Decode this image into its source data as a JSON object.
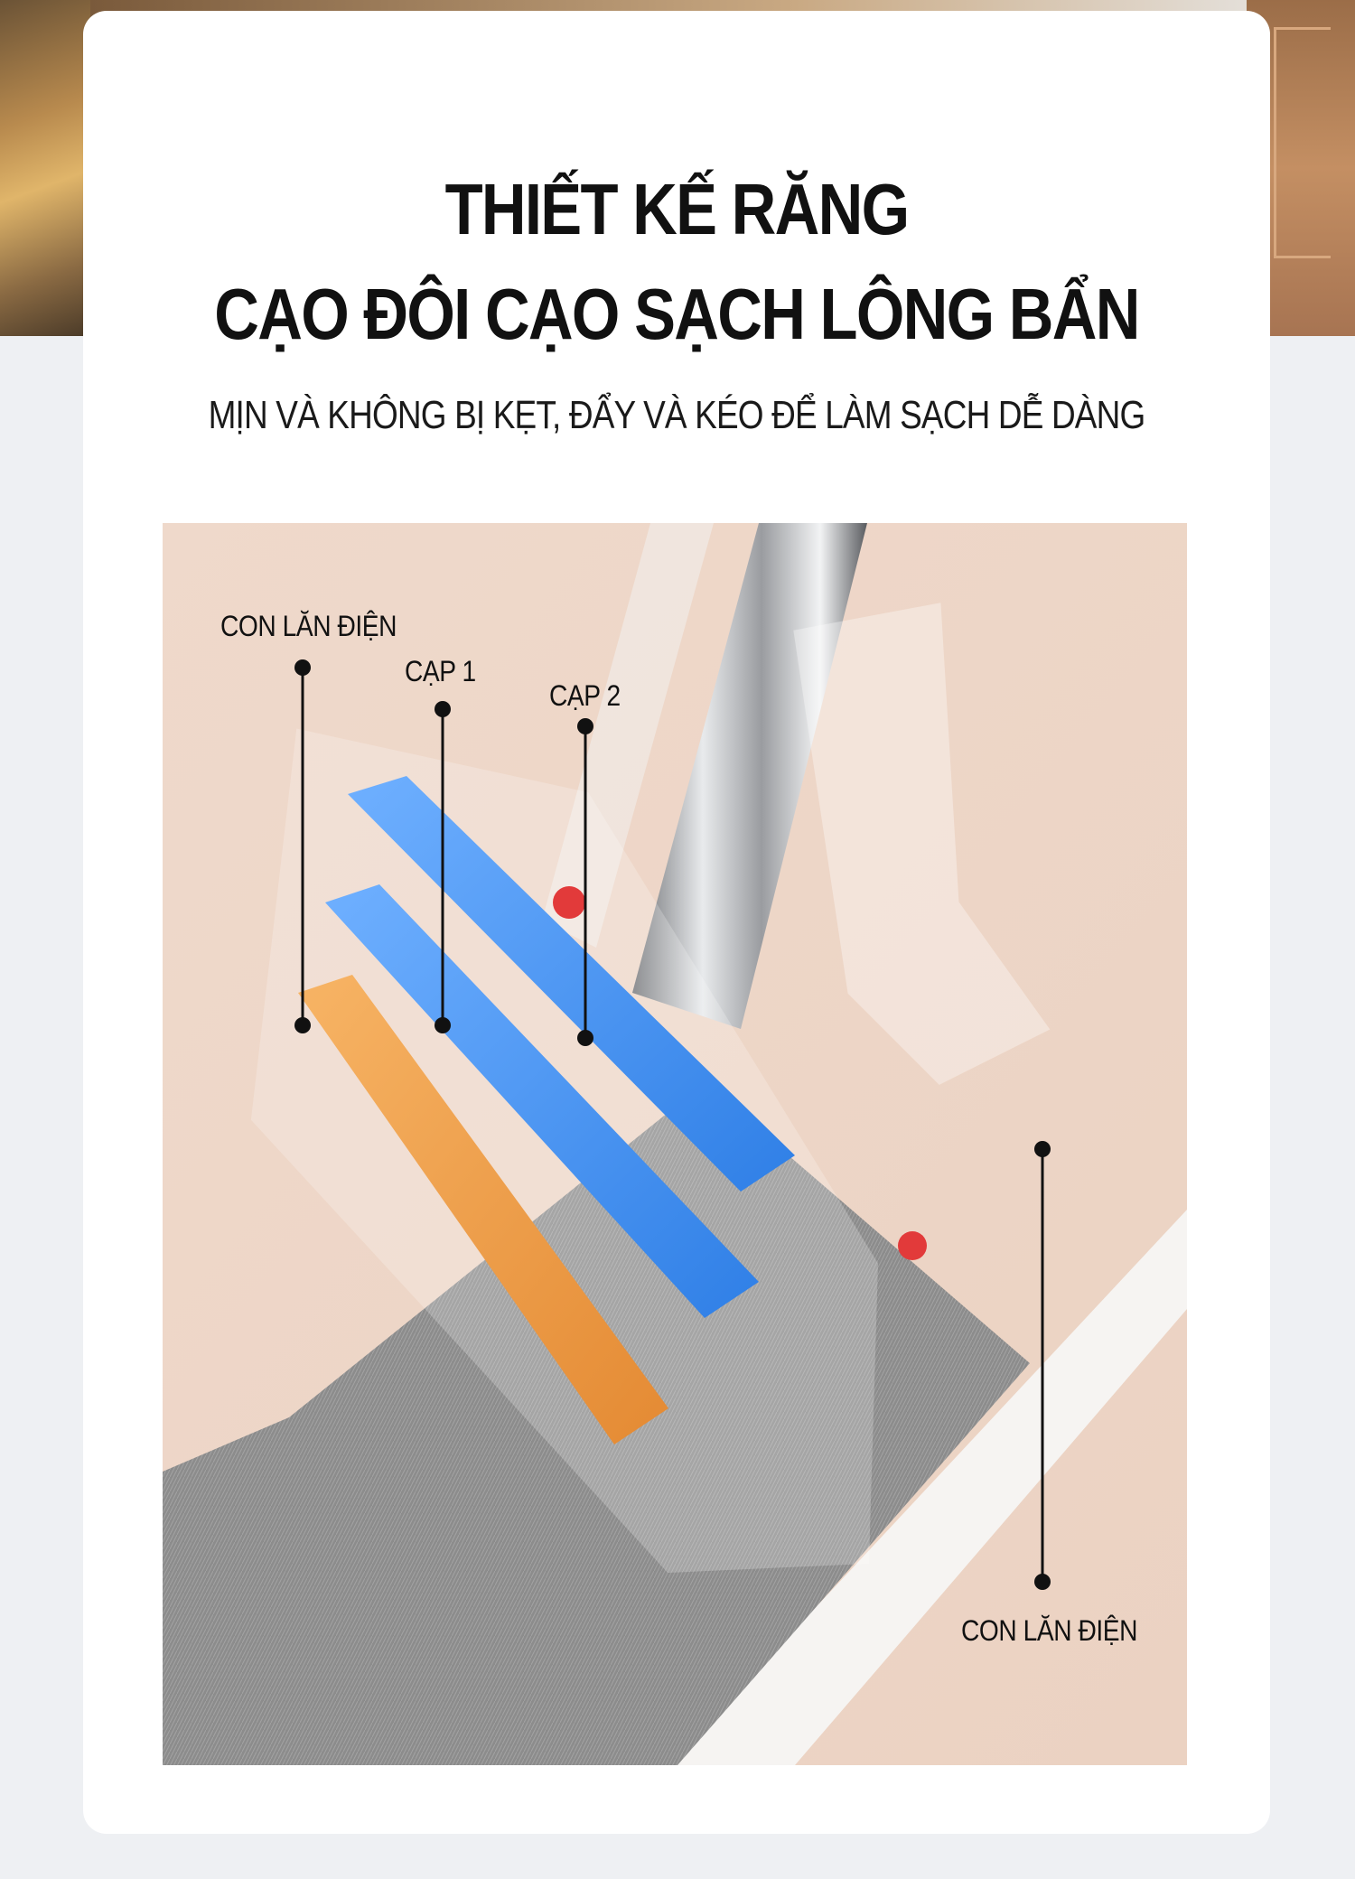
{
  "headline": {
    "line1": "THIẾT KẾ RĂNG",
    "line2": "CẠO ĐÔI CẠO SẠCH LÔNG BẨN"
  },
  "subheadline": "MỊN VÀ KHÔNG BỊ KẸT, ĐẨY VÀ KÉO ĐỂ LÀM SẠCH DỄ DÀNG",
  "callouts": {
    "roller_top": "CON LĂN ĐIỆN",
    "layer1": "CẠP 1",
    "layer2": "CẠP 2",
    "roller_bottom": "CON LĂN ĐIỆN"
  },
  "colors": {
    "background": "#eef0f3",
    "card": "#ffffff",
    "photo_bg": "#eed7ca",
    "scraper_blue": "#3f8ef0",
    "roller_orange": "#f0a24f",
    "mop_gray": "#8d8d8d",
    "pointer": "#111111"
  },
  "icons": [
    "mop-head-illustration",
    "pointer-dot-icon"
  ]
}
